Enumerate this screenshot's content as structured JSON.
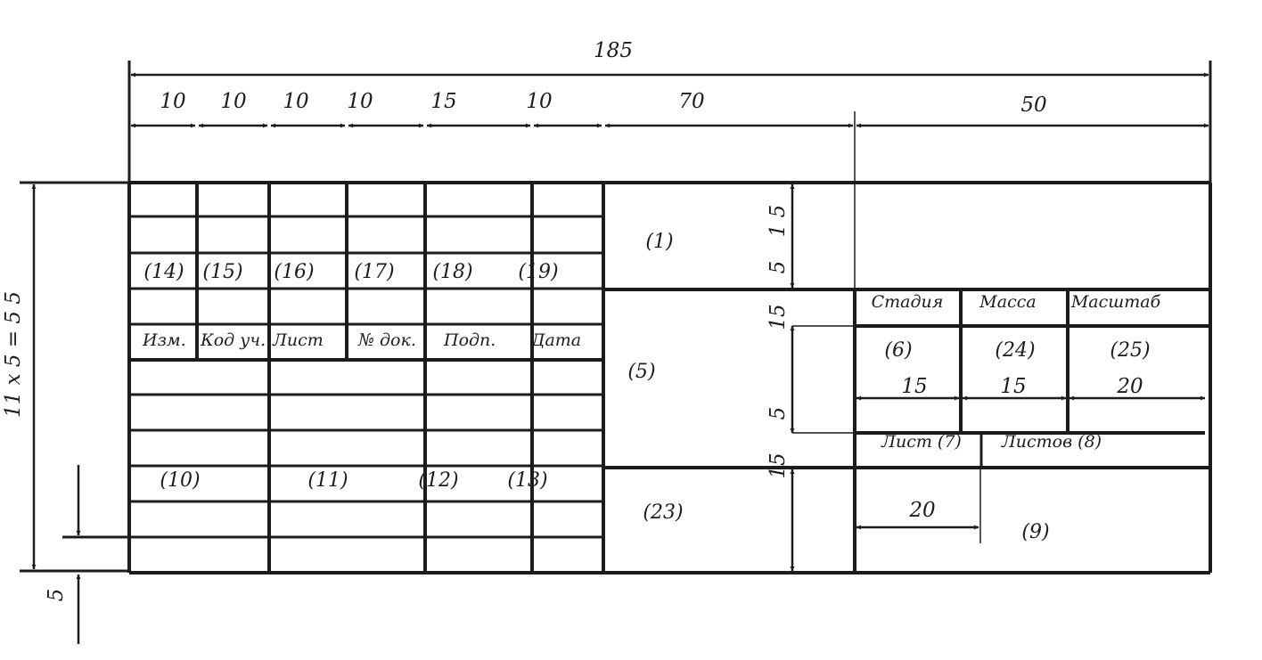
{
  "dimensions": {
    "overall_width": "185",
    "columns": [
      "10",
      "10",
      "10",
      "10",
      "15",
      "10",
      "70",
      "50"
    ],
    "left_height": "11 x 5 = 5 5",
    "bottom_small": "5",
    "mid_top": "1 5",
    "mid_5a": "5",
    "mid_15a": "15",
    "mid_5b": "5",
    "mid_15b": "15",
    "right_15a": "15",
    "right_15b": "15",
    "right_20a": "20",
    "right_20b": "20"
  },
  "cells": {
    "c14": "(14)",
    "c15": "(15)",
    "c16": "(16)",
    "c17": "(17)",
    "c18": "(18)",
    "c19": "(19)",
    "c1": "(1)",
    "c5": "(5)",
    "c23": "(23)",
    "c10": "(10)",
    "c11": "(11)",
    "c12": "(12)",
    "c13": "(13)",
    "c6": "(6)",
    "c24": "(24)",
    "c25": "(25)",
    "c9": "(9)"
  },
  "headers": {
    "izm": "Изм.",
    "kod": "Код уч.",
    "list": "Лист",
    "dok": "№ док.",
    "podp": "Подп.",
    "data": "Дата",
    "stadia": "Стадия",
    "massa": "Масса",
    "masshtab": "Масштаб",
    "list7": "Лист (7)",
    "listov8": "Листов (8)"
  },
  "colors": {
    "ink": "#1c1c1c",
    "paper": "#ffffff"
  }
}
